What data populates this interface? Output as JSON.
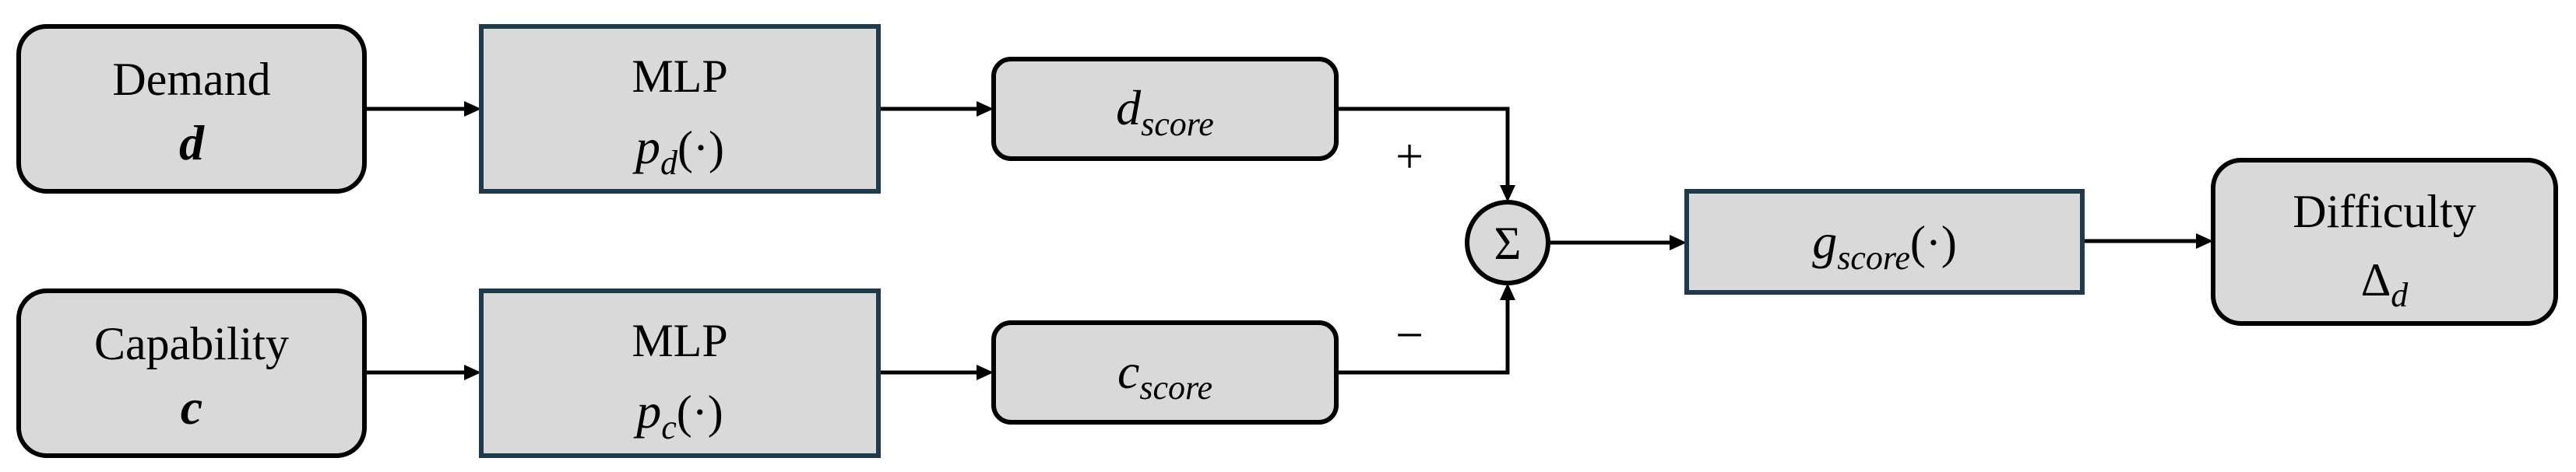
{
  "nodes": {
    "demand": {
      "label": "Demand",
      "symbol": "d"
    },
    "capability": {
      "label": "Capability",
      "symbol": "c"
    },
    "mlp_d": {
      "label": "MLP",
      "func": "p",
      "sub": "d",
      "arg": "(·)"
    },
    "mlp_c": {
      "label": "MLP",
      "func": "p",
      "sub": "c",
      "arg": "(·)"
    },
    "d_score": {
      "symbol": "d",
      "sub": "score"
    },
    "c_score": {
      "symbol": "c",
      "sub": "score"
    },
    "sum": {
      "symbol": "Σ"
    },
    "g_score": {
      "symbol": "g",
      "sub": "score",
      "arg": "(·)"
    },
    "difficulty": {
      "label": "Difficulty",
      "symbol": "Δ",
      "sub": "d"
    }
  },
  "signs": {
    "plus": "+",
    "minus": "−"
  }
}
